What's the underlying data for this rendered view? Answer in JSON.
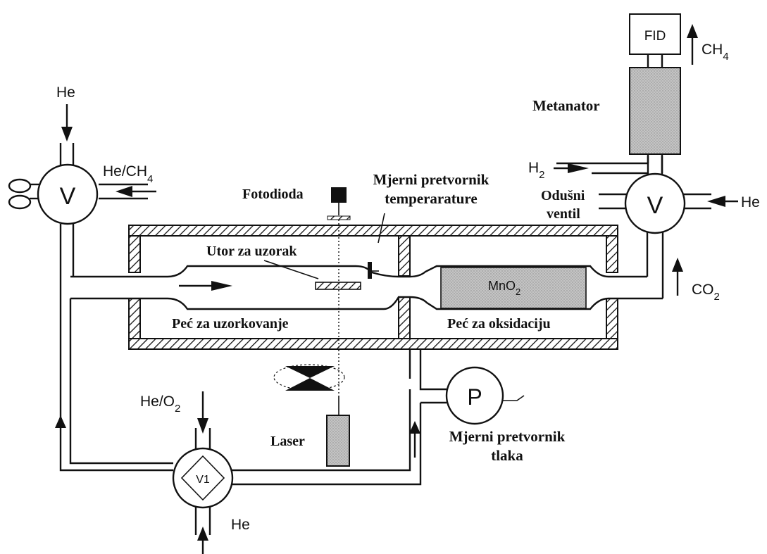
{
  "labels": {
    "fid": "FID",
    "ch4_out": "CH",
    "ch4_out_sub": "4",
    "metanator": "Metanator",
    "he_top": "He",
    "he_ch4": "He/CH",
    "he_ch4_sub": "4",
    "valve_left": "V",
    "valve_right": "V",
    "fotodioda": "Fotodioda",
    "temp_sensor_1": "Mjerni pretvornik",
    "temp_sensor_2": "temperarature",
    "h2": "H",
    "h2_sub": "2",
    "vent_1": "Odušni",
    "vent_2": "ventil",
    "he_right": "He",
    "sample_slot": "Utor za uzorak",
    "mno2": "MnO",
    "mno2_sub": "2",
    "co2": "CO",
    "co2_sub": "2",
    "sampling_oven": "Peć za uzorkovanje",
    "oxidation_oven": "Peć za oksidaciju",
    "pressure_valve": "P",
    "he_o2": "He/O",
    "he_o2_sub": "2",
    "laser": "Laser",
    "pressure_sensor_1": "Mjerni pretvornik",
    "pressure_sensor_2": "tlaka",
    "v1": "V1",
    "he_bottom": "He"
  },
  "colors": {
    "line": "#111111",
    "fill_gray": "#bdbdbd",
    "background": "#ffffff"
  }
}
